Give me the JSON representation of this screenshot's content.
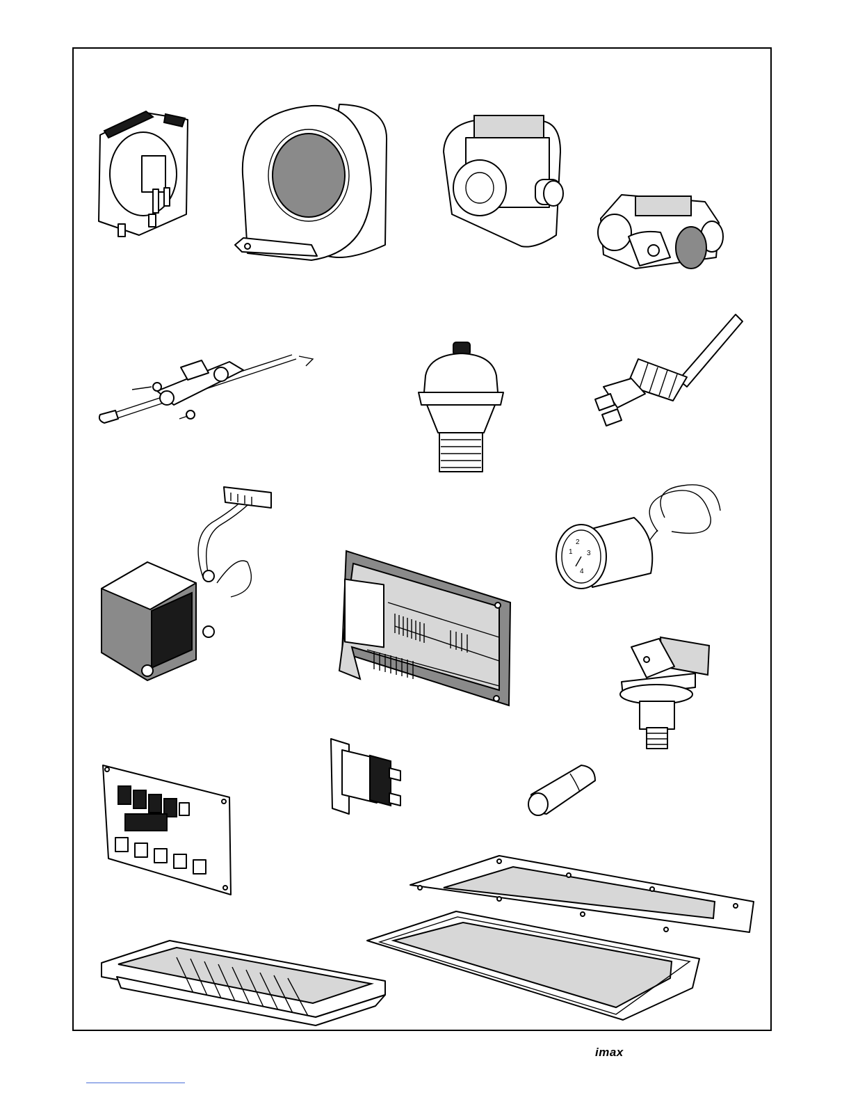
{
  "footer": {
    "brand": "imax"
  },
  "gauge": {
    "ticks": [
      "1",
      "2",
      "3",
      "4"
    ]
  },
  "colors": {
    "frame": "#000000",
    "background": "#ffffff",
    "shade": "#8a8a8a",
    "dark": "#1a1a1a",
    "link": "#4a6fd8"
  }
}
